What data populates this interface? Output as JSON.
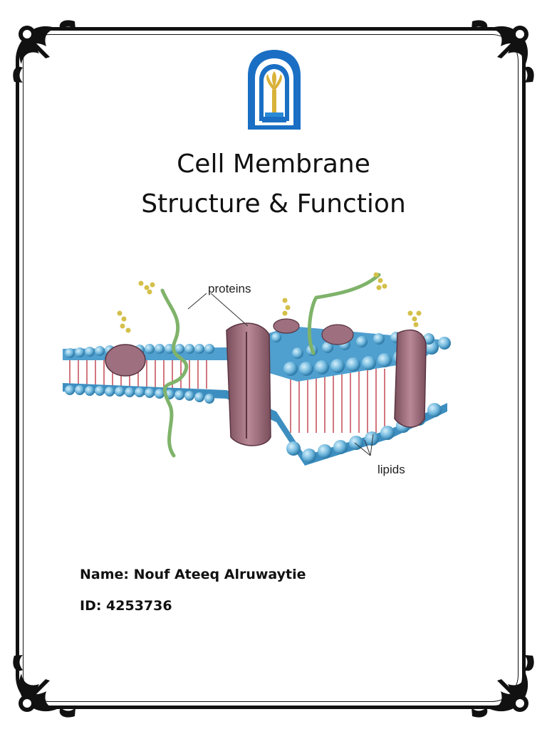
{
  "cover": {
    "title_line1": "Cell Membrane",
    "title_line2": "Structure & Function"
  },
  "diagram": {
    "label_proteins": "proteins",
    "label_lipids": "lipids"
  },
  "student": {
    "name_line": "Name: Nouf Ateeq Alruwaytie",
    "id_line": "ID: 4253736"
  },
  "colors": {
    "frame": "#111111",
    "logo_blue": "#1a6fc4",
    "logo_gold": "#d9b23a",
    "lipid_head": "#6fb7dd",
    "lipid_tail": "#b51d2a",
    "protein": "#9e6f7e",
    "carbohydrate": "#d4c04a",
    "protein_chain": "#7fb36a"
  },
  "icons": [
    "ornamental-corner-icon",
    "university-logo-icon"
  ]
}
